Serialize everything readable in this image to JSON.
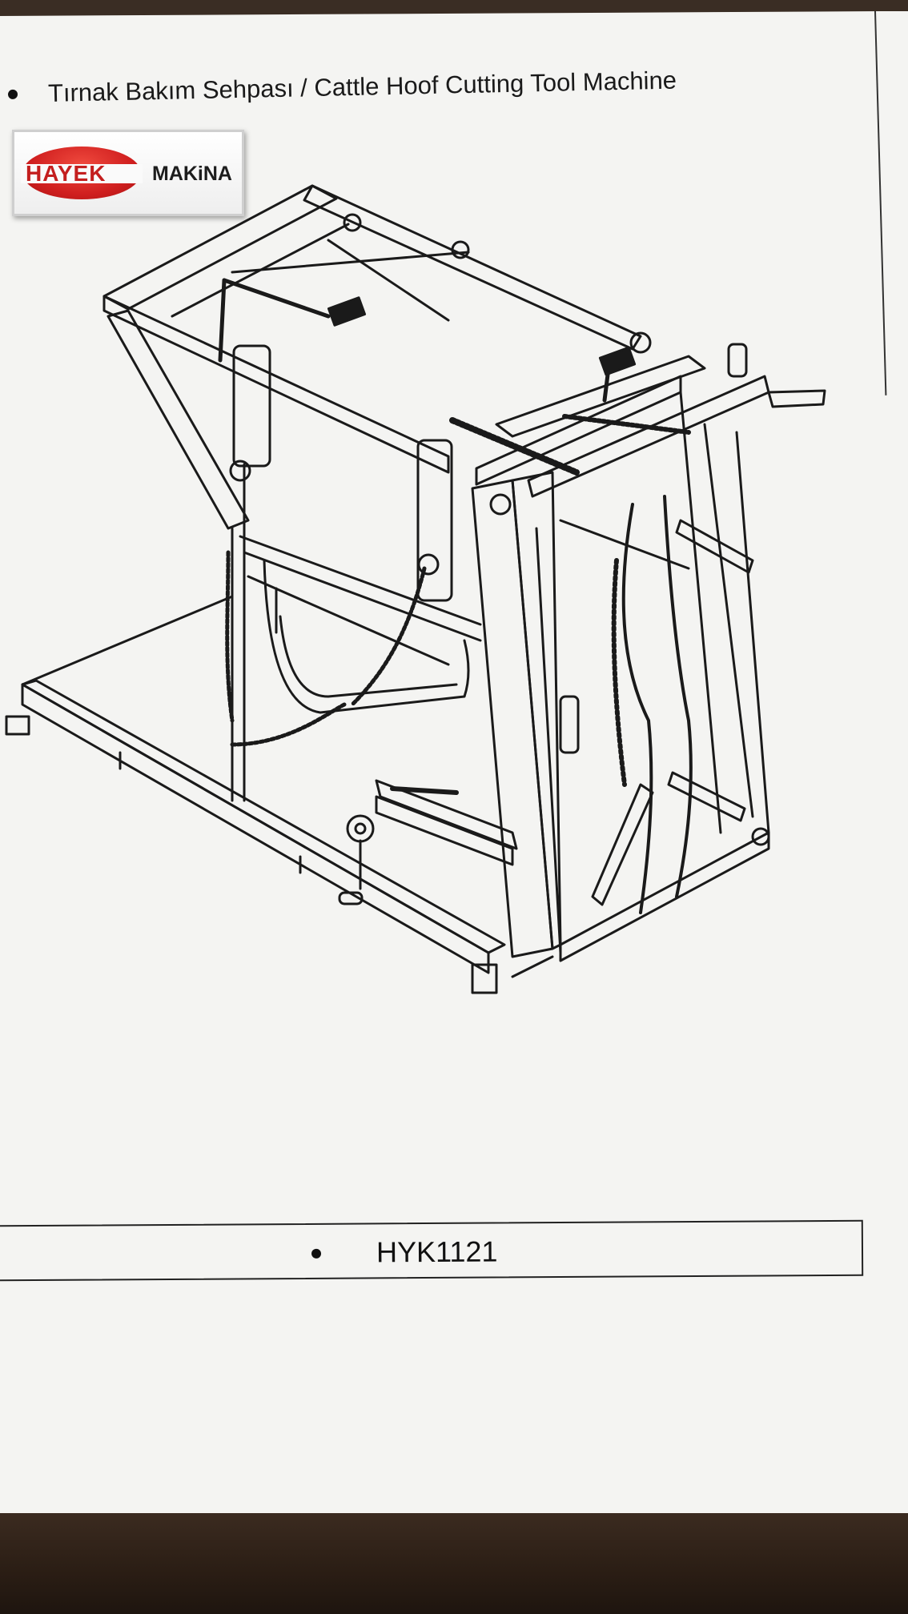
{
  "document": {
    "title": "Tırnak Bakım Sehpası / Cattle Hoof Cutting Tool Machine",
    "model_code": "HYK1121"
  },
  "logo": {
    "brand": "HAYEK",
    "suffix": "MAKiNA",
    "colors": {
      "oval": "#d01f1f",
      "text_dark": "#1d1d1d"
    }
  },
  "drawing": {
    "icon": "cattle-hoof-crush-line-drawing",
    "line_color": "#1a1a1a"
  }
}
